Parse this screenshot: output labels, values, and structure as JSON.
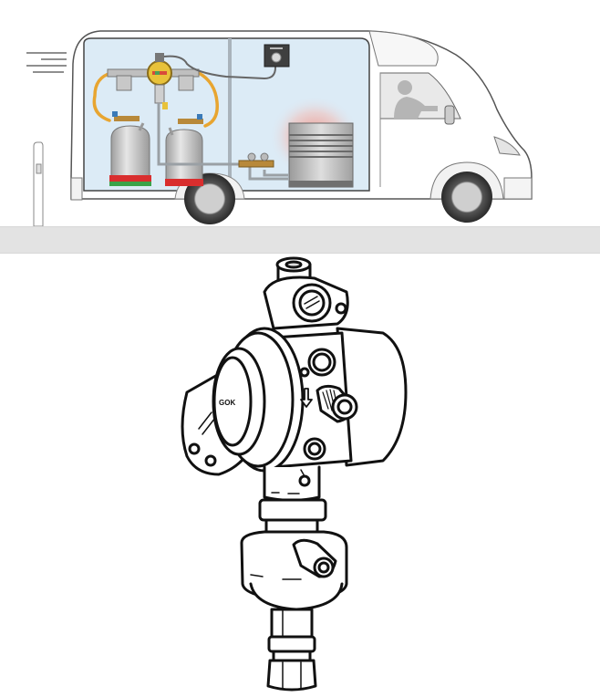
{
  "figure": {
    "top_illustration": {
      "subject": "Camper van cutaway showing LPG gas installation",
      "components": [
        {
          "id": "gas-bottle-1",
          "label": "Gas bottle (left)"
        },
        {
          "id": "gas-bottle-2",
          "label": "Gas bottle (right)"
        },
        {
          "id": "changeover-regulator",
          "label": "Automatic changeover regulator"
        },
        {
          "id": "remote-display",
          "label": "Remote indicator panel"
        },
        {
          "id": "shutoff-valves",
          "label": "Gas shut-off valves"
        },
        {
          "id": "heater",
          "label": "Heater appliance"
        },
        {
          "id": "driver",
          "label": "Driver in cab"
        }
      ],
      "colors": {
        "interior_bg": "#dcebf6",
        "hose": "#e8a530",
        "brass": "#b8893a",
        "bottle": "#c8c8c8",
        "bottle_base": "#d92e2e",
        "heat_glow": "#f08070",
        "van_body": "#ffffff",
        "outline": "#555555",
        "road": "#e3e3e3"
      }
    },
    "bottom_illustration": {
      "subject": "Gas pressure regulator line drawing",
      "brand_mark": "GOK",
      "flow_arrow": "down-arrow"
    }
  }
}
